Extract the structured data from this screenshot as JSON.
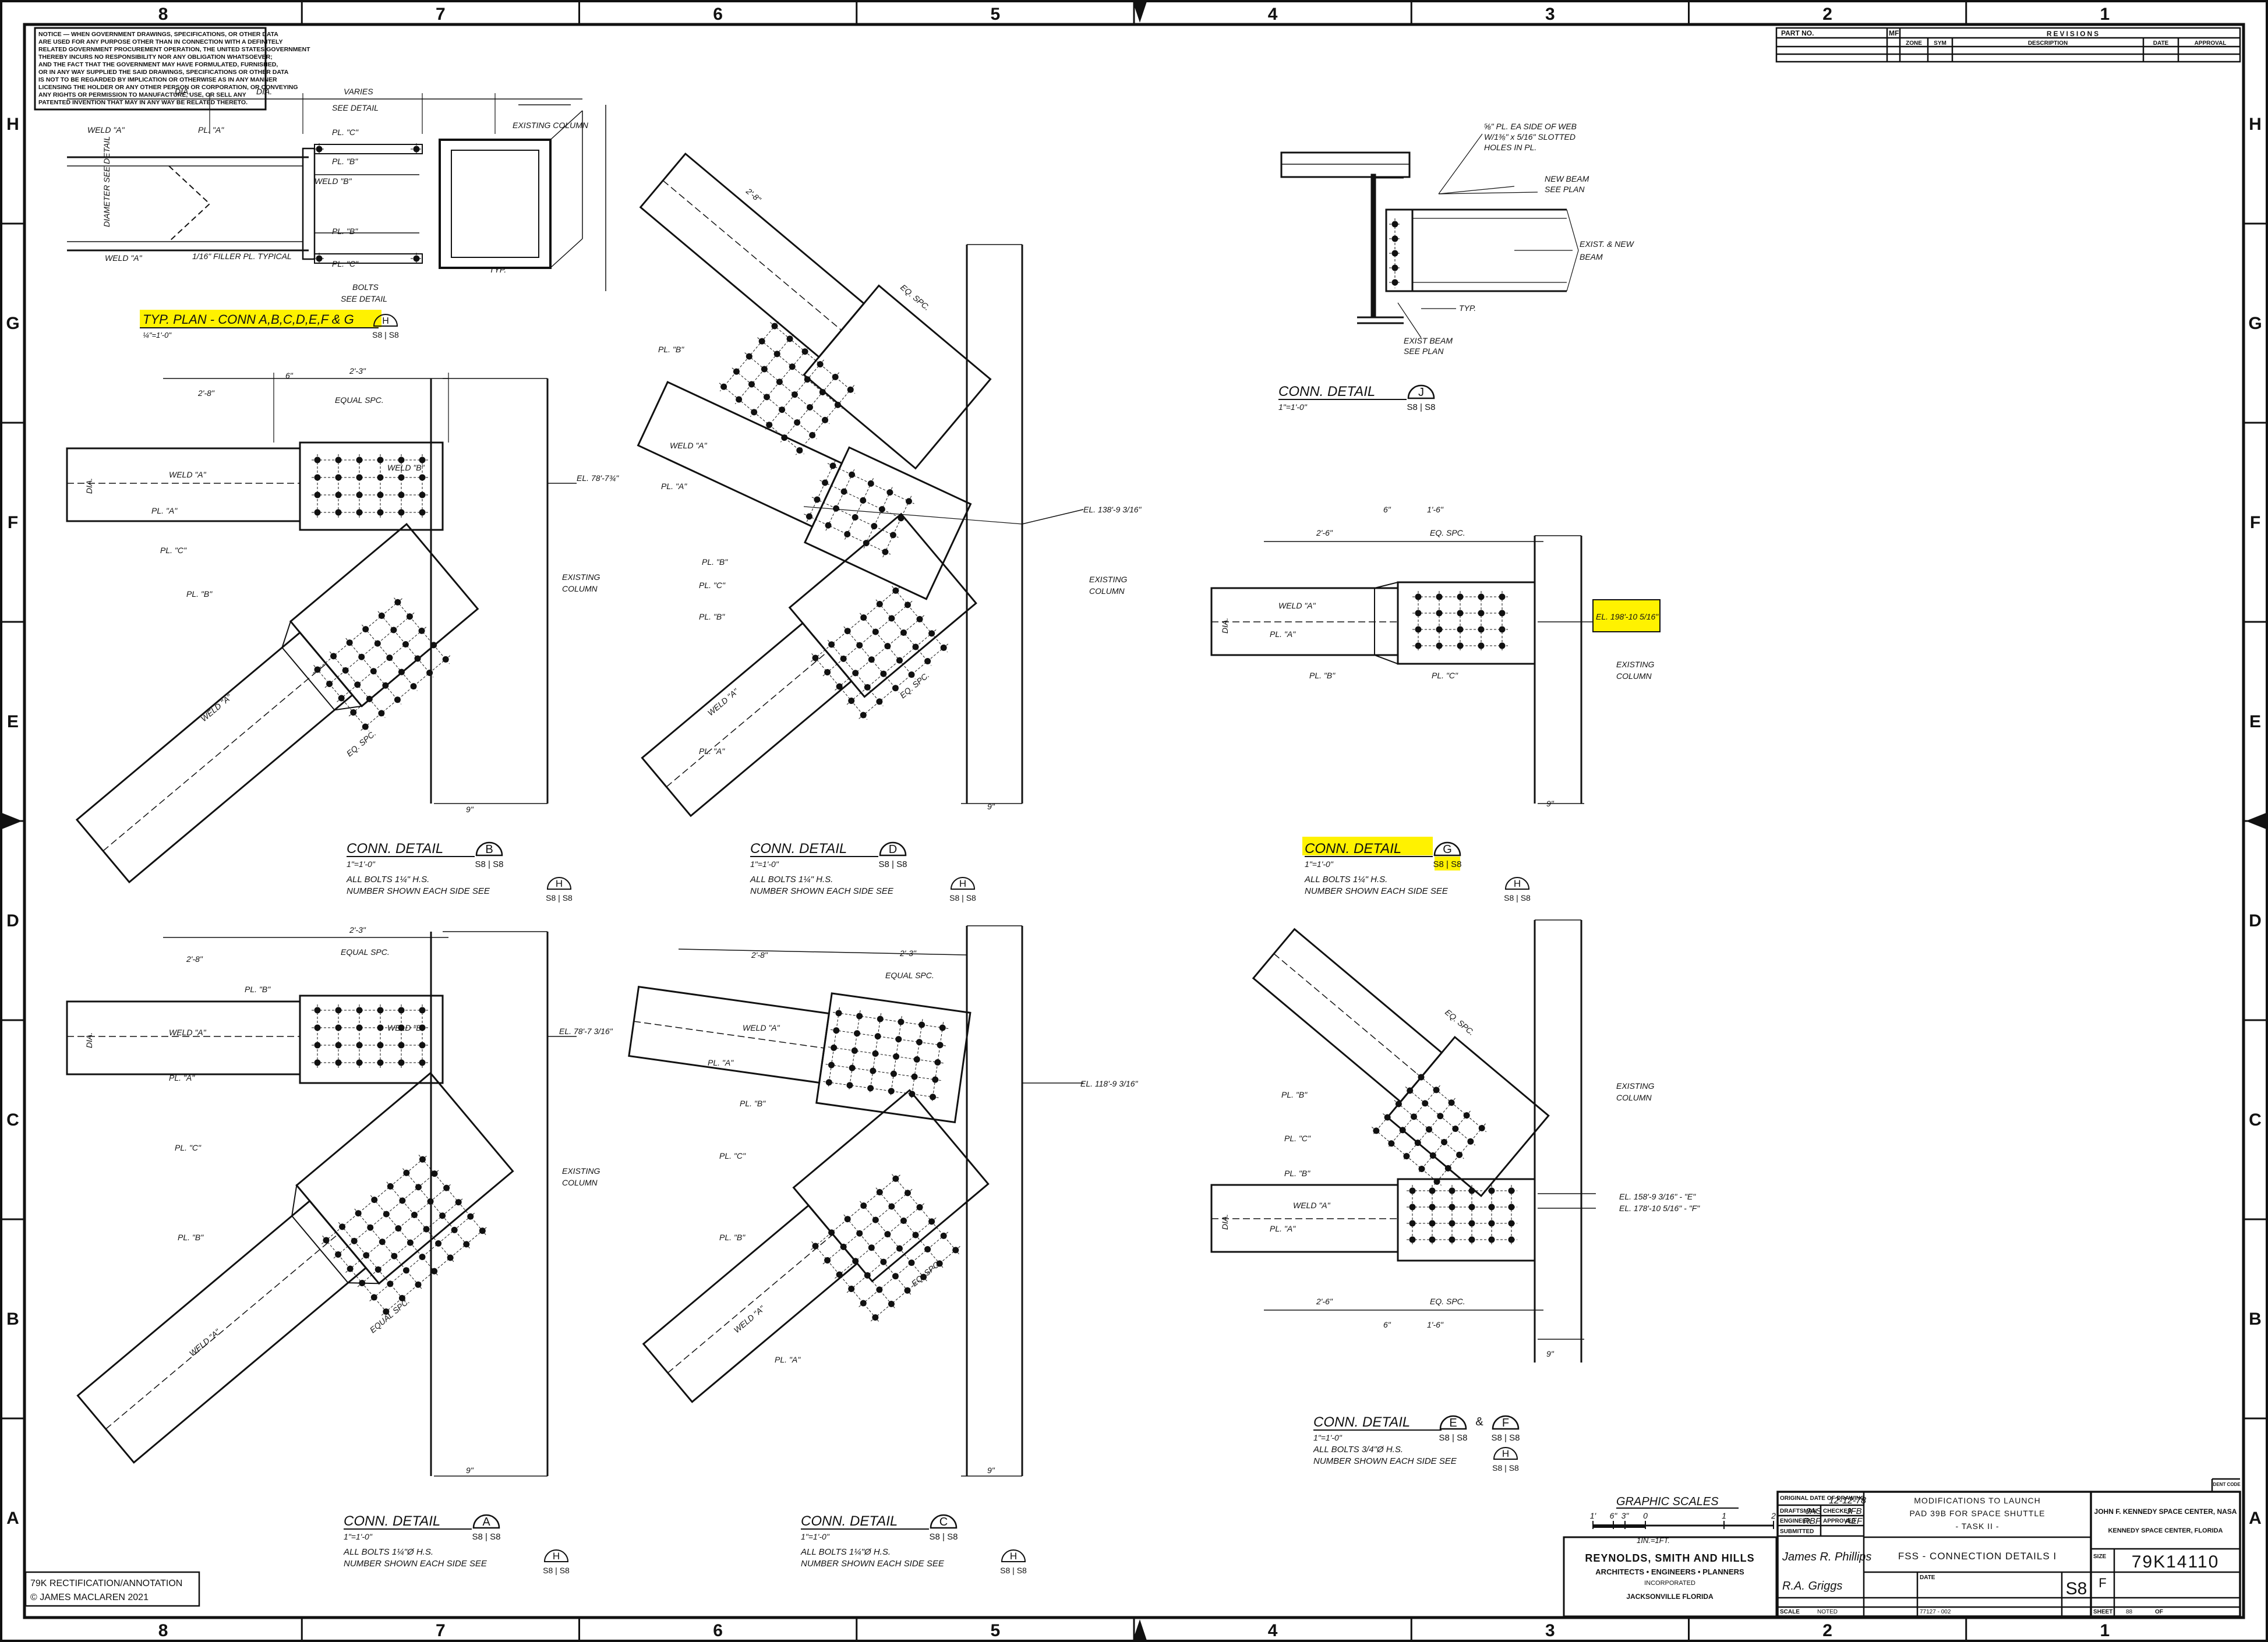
{
  "border": {
    "columns": [
      "8",
      "7",
      "6",
      "5",
      "4",
      "3",
      "2",
      "1"
    ],
    "rows": [
      "H",
      "G",
      "F",
      "E",
      "D",
      "C",
      "B",
      "A"
    ]
  },
  "notice": {
    "lines": [
      "NOTICE — WHEN GOVERNMENT DRAWINGS, SPECIFICATIONS, OR OTHER DATA",
      "ARE USED FOR ANY PURPOSE OTHER THAN IN CONNECTION WITH A DEFINITELY",
      "RELATED GOVERNMENT PROCUREMENT OPERATION, THE UNITED STATES GOVERNMENT",
      "THEREBY INCURS NO RESPONSIBILITY NOR ANY OBLIGATION WHATSOEVER;",
      "AND THE FACT THAT THE GOVERNMENT MAY HAVE FORMULATED, FURNISHED,",
      "OR IN ANY WAY SUPPLIED THE SAID DRAWINGS, SPECIFICATIONS OR OTHER DATA",
      "IS NOT TO BE REGARDED BY IMPLICATION OR OTHERWISE AS IN ANY MANNER",
      "LICENSING THE HOLDER OR ANY OTHER PERSON OR CORPORATION, OR CONVEYING",
      "ANY RIGHTS OR PERMISSION TO MANUFACTURE, USE, OR SELL ANY",
      "PATENTED INVENTION THAT MAY IN ANY WAY BE RELATED THERETO."
    ]
  },
  "revisions": {
    "part_no": "PART NO.",
    "mf": "MF",
    "title": "REVISIONS",
    "headers": [
      "ZONE",
      "SYM",
      "DESCRIPTION",
      "DATE",
      "APPROVAL"
    ]
  },
  "details": {
    "typ_plan": {
      "title": "TYP. PLAN - CONN A,B,C,D,E,F & G",
      "scale": "¼\"=1'-0\"",
      "bubble": "H",
      "sheet": "S8 | S8"
    },
    "det_b": {
      "title": "CONN. DETAIL",
      "bubble": "B",
      "scale": "1\"=1'-0\"",
      "sheets": "S8 | S8",
      "note1": "ALL BOLTS 1¼\" H.S.",
      "note2": "NUMBER SHOWN EACH SIDE SEE",
      "see": "H",
      "see_sheets": "S8 | S8",
      "el": "EL. 78'-7¾\""
    },
    "det_d": {
      "title": "CONN. DETAIL",
      "bubble": "D",
      "scale": "1\"=1'-0\"",
      "sheets": "S8 | S8",
      "note1": "ALL BOLTS 1¼\" H.S.",
      "note2": "NUMBER SHOWN EACH SIDE SEE",
      "see": "H",
      "see_sheets": "S8 | S8",
      "el": "EL. 138'-9 3/16\""
    },
    "det_g": {
      "title": "CONN. DETAIL",
      "bubble": "G",
      "scale": "1\"=1'-0\"",
      "sheets": "S8 | S8",
      "note1": "ALL BOLTS 1¼\" H.S.",
      "note2": "NUMBER SHOWN EACH SIDE SEE",
      "see": "H",
      "see_sheets": "S8 | S8",
      "el": "EL. 198'-10 5/16\""
    },
    "det_a": {
      "title": "CONN. DETAIL",
      "bubble": "A",
      "scale": "1\"=1'-0\"",
      "sheets": "S8 | S8",
      "note1": "ALL BOLTS 1¼\"Ø H.S.",
      "note2": "NUMBER SHOWN EACH SIDE SEE",
      "see": "H",
      "see_sheets": "S8 | S8",
      "el": "EL. 78'-7 3/16\""
    },
    "det_c": {
      "title": "CONN. DETAIL",
      "bubble": "C",
      "scale": "1\"=1'-0\"",
      "sheets": "S8 | S8",
      "note1": "ALL BOLTS 1¼\"Ø H.S.",
      "note2": "NUMBER SHOWN EACH SIDE SEE",
      "see": "H",
      "see_sheets": "S8 | S8",
      "el": "EL. 118'-9 3/16\""
    },
    "det_ef": {
      "title": "CONN. DETAIL",
      "bubble_e": "E",
      "bubble_f": "F",
      "amp": "&",
      "scale": "1\"=1'-0\"",
      "sheets": "S8 | S8",
      "note1": "ALL BOLTS 3/4\"Ø H.S.",
      "note2": "NUMBER SHOWN EACH SIDE SEE",
      "see": "H",
      "see_sheets": "S8 | S8",
      "el1": "EL. 158'-9 3/16\" - \"E\"",
      "el2": "EL. 178'-10 5/16\" - \"F\""
    },
    "det_j": {
      "title": "CONN. DETAIL",
      "bubble": "J",
      "scale": "1\"=1'-0\"",
      "sheets": "S8 | S8",
      "n1": "⅝\" PL. EA SIDE OF WEB",
      "n2": "W/1⅜\" x 5/16\" SLOTTED",
      "n3": "HOLES IN PL.",
      "n4": "NEW BEAM",
      "n5": "SEE PLAN",
      "n6": "EXIST. & NEW",
      "n7": "BEAM",
      "n8": "TYP.",
      "n9": "EXIST BEAM",
      "n10": "SEE PLAN"
    }
  },
  "labels": {
    "existing_column": "EXISTING",
    "column": "COLUMN",
    "weld_a": "WELD \"A\"",
    "weld_b": "WELD \"B\"",
    "pl_a": "PL. \"A\"",
    "pl_b": "PL. \"B\"",
    "pl_c": "PL. \"C\"",
    "equal_spc": "EQUAL SPC.",
    "eq_spc": "EQ. SPC.",
    "dia": "DIA.",
    "varies": "VARIES",
    "see_detail": "SEE DETAIL",
    "filler": "1/16\" FILLER PL. TYPICAL",
    "bolts": "BOLTS",
    "diameter": "DIAMETER SEE DETAIL",
    "typ": "TYP.",
    "existing_column_plan": "EXISTING COLUMN",
    "dim_2_3": "2'-3\"",
    "dim_2_8": "2'-8\"",
    "dim_2_6": "2'-6\"",
    "dim_6": "6\"",
    "dim_1_6": "1'-6\"",
    "dim_9": "9\""
  },
  "graphic_scales": {
    "title": "GRAPHIC SCALES",
    "ticks": [
      "1'",
      "6\"",
      "3\"",
      "0",
      "1",
      "2"
    ],
    "unit": "1IN.=1FT."
  },
  "title_block": {
    "firm1": "REYNOLDS, SMITH AND HILLS",
    "firm2": "ARCHITECTS • ENGINEERS • PLANNERS",
    "firm3": "INCORPORATED",
    "firm4": "JACKSONVILLE   FLORIDA",
    "original_date_label": "ORIGINAL DATE OF DRAWING",
    "original_date": "12-12-78",
    "draftsman_label": "DRAFTSMAN",
    "draftsman": "JAS",
    "checker_label": "CHECKER",
    "checker": "JFB",
    "engineer_label": "ENGINEER",
    "engineer": "RBP",
    "approved_label": "APPROVED",
    "approved": "AEF",
    "submitted_label": "SUBMITTED",
    "sig1": "James R. Phillips",
    "sig2": "R.A. Griggs",
    "project1": "MODIFICATIONS TO LAUNCH",
    "project2": "PAD 39B  FOR SPACE SHUTTLE",
    "project3": "- TASK II -",
    "sheet_title": "FSS - CONNECTION DETAILS I",
    "sheet_no": "S8",
    "agency1": "JOHN F. KENNEDY SPACE CENTER, NASA",
    "agency2": "KENNEDY SPACE CENTER, FLORIDA",
    "size_label": "SIZE",
    "size": "F",
    "dwg_no": "79K14110",
    "scale_label": "SCALE",
    "scale": "NOTED",
    "date_label": "DATE",
    "job": "77127 - 002",
    "sheet_label": "SHEET",
    "sheet": "88",
    "of_label": "OF",
    "ident_label": "IDENT CODE"
  },
  "credit": {
    "line1": "79K RECTIFICATION/ANNOTATION",
    "line2": "© JAMES MACLAREN 2021"
  },
  "highlight_color": "#fff200"
}
